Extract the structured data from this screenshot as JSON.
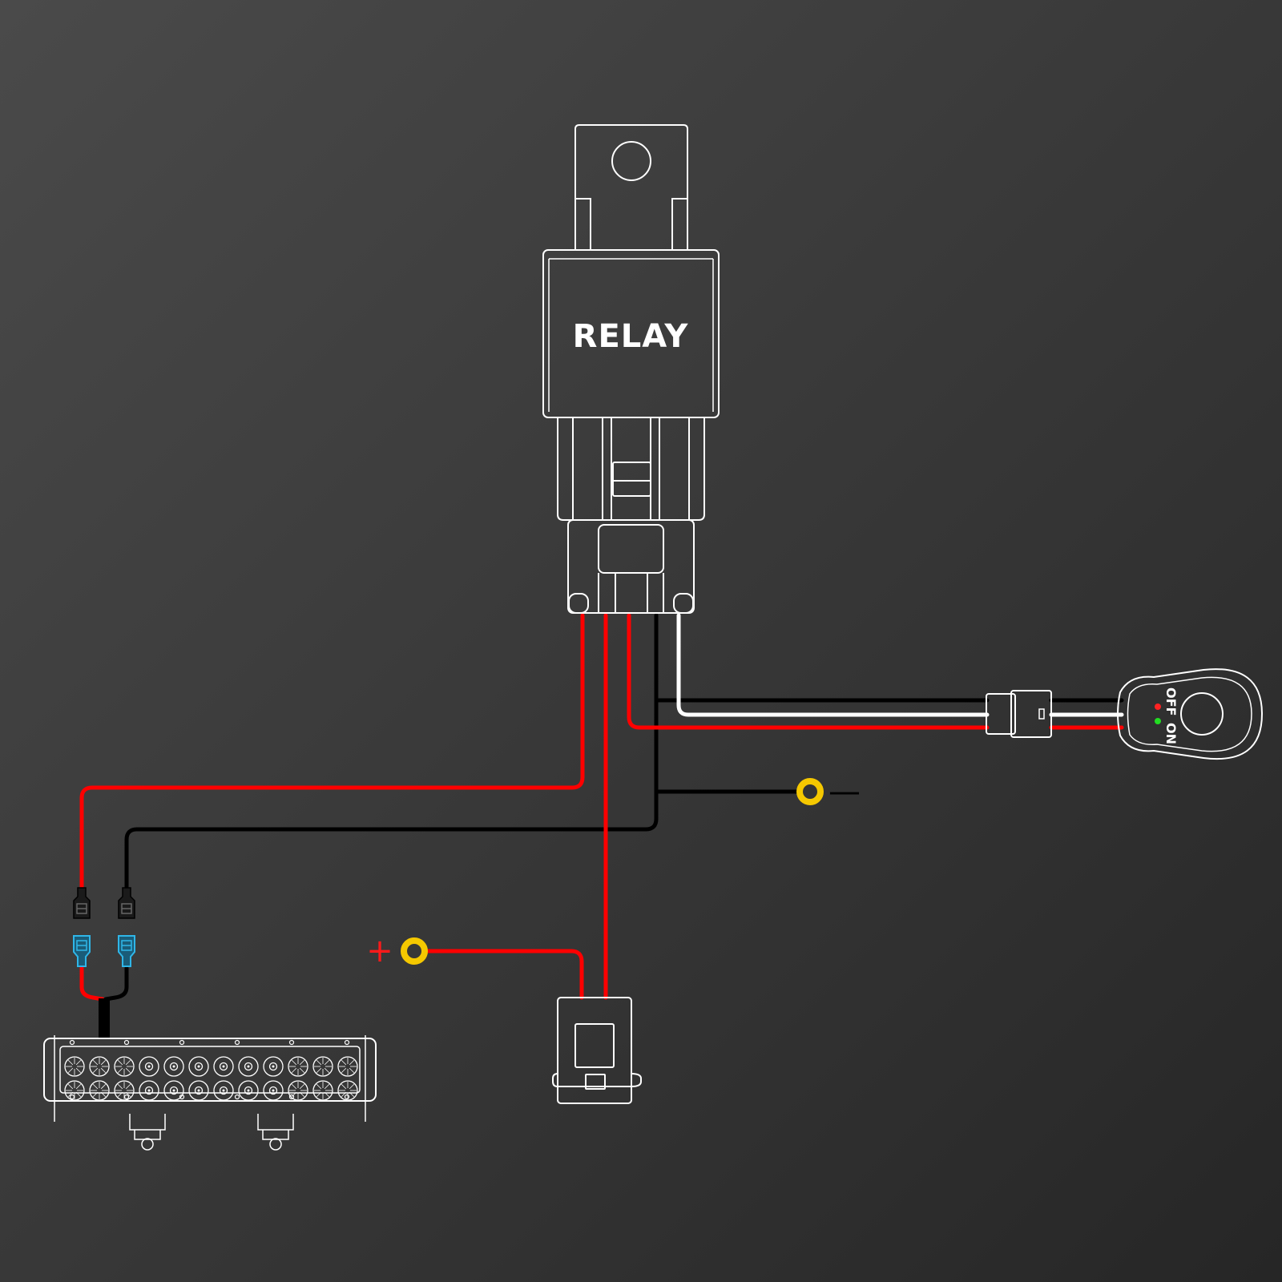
{
  "relay": {
    "label": "RELAY"
  },
  "switch": {
    "off_label": "OFF",
    "on_label": "ON"
  },
  "terminals": {
    "positive_sign": "+",
    "negative_sign": "—"
  },
  "colors": {
    "red_wire": "#ff0000",
    "black_wire": "#000000",
    "white_wire": "#ffffff",
    "ring_terminal": "#f5c800",
    "connector_blue": "#2fb6e8",
    "led_off": "#ff2222",
    "led_on": "#22dd22"
  }
}
